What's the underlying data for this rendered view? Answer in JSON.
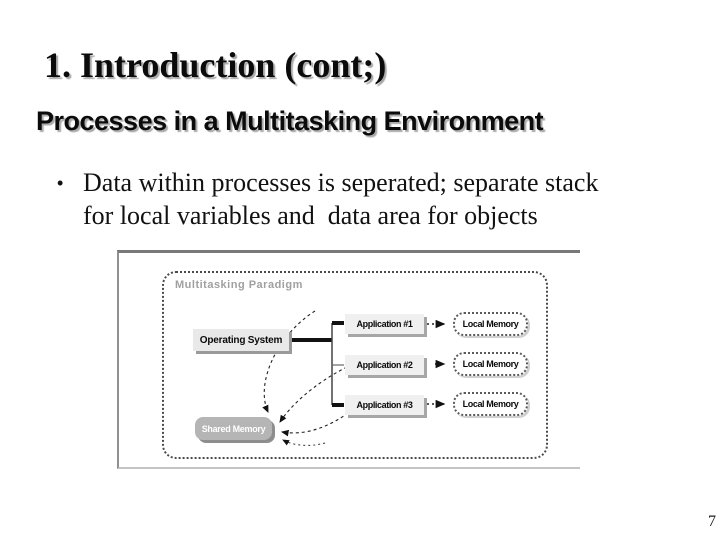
{
  "slide": {
    "title": "1. Introduction (cont;)",
    "subtitle": "Processes in a Multitasking Environment",
    "bullet": {
      "marker": "•",
      "text": "Data within processes is seperated; separate stack\nfor local variables and  data area for objects"
    },
    "page_number": "7"
  },
  "diagram": {
    "title": "Multitasking Paradigm",
    "nodes": {
      "os": "Operating System",
      "app1": "Application #1",
      "app2": "Application #2",
      "app3": "Application #3",
      "local_memory": "Local Memory",
      "shared": "Shared Memory"
    },
    "colors": {
      "figure_title_gray": "#a0a0a0",
      "box_fill": "#f0f0f0",
      "box_shadow": "#9a9a9a",
      "shared_fill": "#b5b5b5",
      "frame_border": "#4a4a4a",
      "line_black": "#111111"
    }
  }
}
